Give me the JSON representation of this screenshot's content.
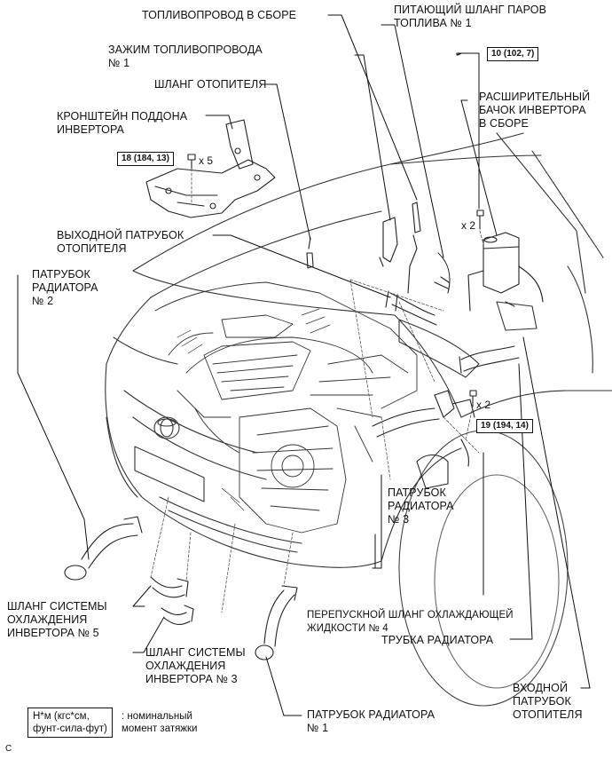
{
  "labels": {
    "fuel_pipe_assy": "ТОПЛИВОПРОВОД В СБОРЕ",
    "fuel_vapor_hose": [
      "ПИТАЮЩИЙ ШЛАНГ ПАРОВ",
      "ТОПЛИВА № 1"
    ],
    "fuel_pipe_clamp": [
      "ЗАЖИМ ТОПЛИВОПРОВОДА",
      "№ 1"
    ],
    "heater_hose": "ШЛАНГ ОТОПИТЕЛЯ",
    "inverter_tray_bracket": [
      "КРОНШТЕЙН ПОДДОНА",
      "ИНВЕРТОРА"
    ],
    "inverter_reserve_tank": [
      "РАСШИРИТЕЛЬНЫЙ",
      "БАЧОК ИНВЕРТОРА",
      "В СБОРЕ"
    ],
    "heater_outlet_pipe": [
      "ВЫХОДНОЙ ПАТРУБОК",
      "ОТОПИТЕЛЯ"
    ],
    "radiator_hose_2": [
      "ПАТРУБОК",
      "РАДИАТОРА",
      "№ 2"
    ],
    "radiator_hose_3": [
      "ПАТРУБОК",
      "РАДИАТОРА",
      "№ 3"
    ],
    "bypass_hose_4": [
      "ПЕРЕПУСКНОЙ ШЛАНГ ОХЛАЖДАЮЩЕЙ",
      "ЖИДКОСТИ № 4"
    ],
    "radiator_pipe": "ТРУБКА РАДИАТОРА",
    "inverter_cooling_hose_5": [
      "ШЛАНГ СИСТЕМЫ",
      "ОХЛАЖДЕНИЯ",
      "ИНВЕРТОРА № 5"
    ],
    "inverter_cooling_hose_3": [
      "ШЛАНГ СИСТЕМЫ",
      "ОХЛАЖДЕНИЯ",
      "ИНВЕРТОРА № 3"
    ],
    "heater_inlet_pipe": [
      "ВХОДНОЙ",
      "ПАТРУБОК",
      "ОТОПИТЕЛЯ"
    ],
    "radiator_hose_1": [
      "ПАТРУБОК РАДИАТОРА",
      "№ 1"
    ]
  },
  "torques": {
    "bracket": "18 (184, 13)",
    "tank": "10 (102, 7)",
    "pipe": "19 (194, 14)"
  },
  "multipliers": {
    "bracket": "x 5",
    "tank": "x 2",
    "pipe": "x 2"
  },
  "legend": {
    "box_line1": "Н*м (кгс*см,",
    "box_line2": "фунт-сила-фут)",
    "text_line1": ": номинальный",
    "text_line2": "момент затяжки"
  },
  "figure_tag": "C"
}
